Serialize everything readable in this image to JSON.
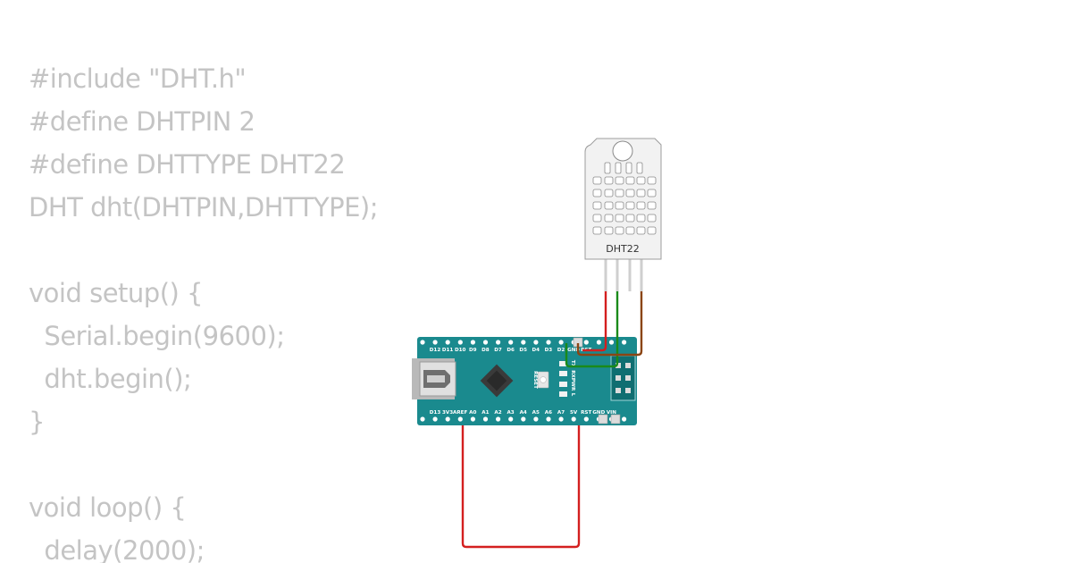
{
  "code": {
    "lines": [
      "#include \"DHT.h\"",
      "#define DHTPIN 2",
      "#define DHTTYPE DHT22",
      "DHT dht(DHTPIN,DHTTYPE);",
      "",
      "void setup() {",
      "  Serial.begin(9600);",
      "  dht.begin();",
      "}",
      "",
      "void loop() {",
      "  delay(2000);"
    ]
  },
  "sensor": {
    "label": "DHT22"
  },
  "board": {
    "top_pins": [
      "D12",
      "D11",
      "D10",
      "D9",
      "D8",
      "D7",
      "D6",
      "D5",
      "D4",
      "D3",
      "D2",
      "GND",
      "RST"
    ],
    "bottom_pins": [
      "D13",
      "3V3",
      "AREF",
      "A0",
      "A1",
      "A2",
      "A3",
      "A4",
      "A5",
      "A6",
      "A7",
      "5V",
      "RST",
      "GND",
      "VIN"
    ],
    "reset_label": "RESET",
    "led_labels": [
      "TX",
      "RX",
      "PWR",
      "L"
    ]
  },
  "colors": {
    "code_text": "#c4c4c4",
    "board": "#1a8a8e",
    "wire_red": "#d41f1f",
    "wire_green": "#1a8a1a",
    "wire_brown": "#8b4513"
  }
}
